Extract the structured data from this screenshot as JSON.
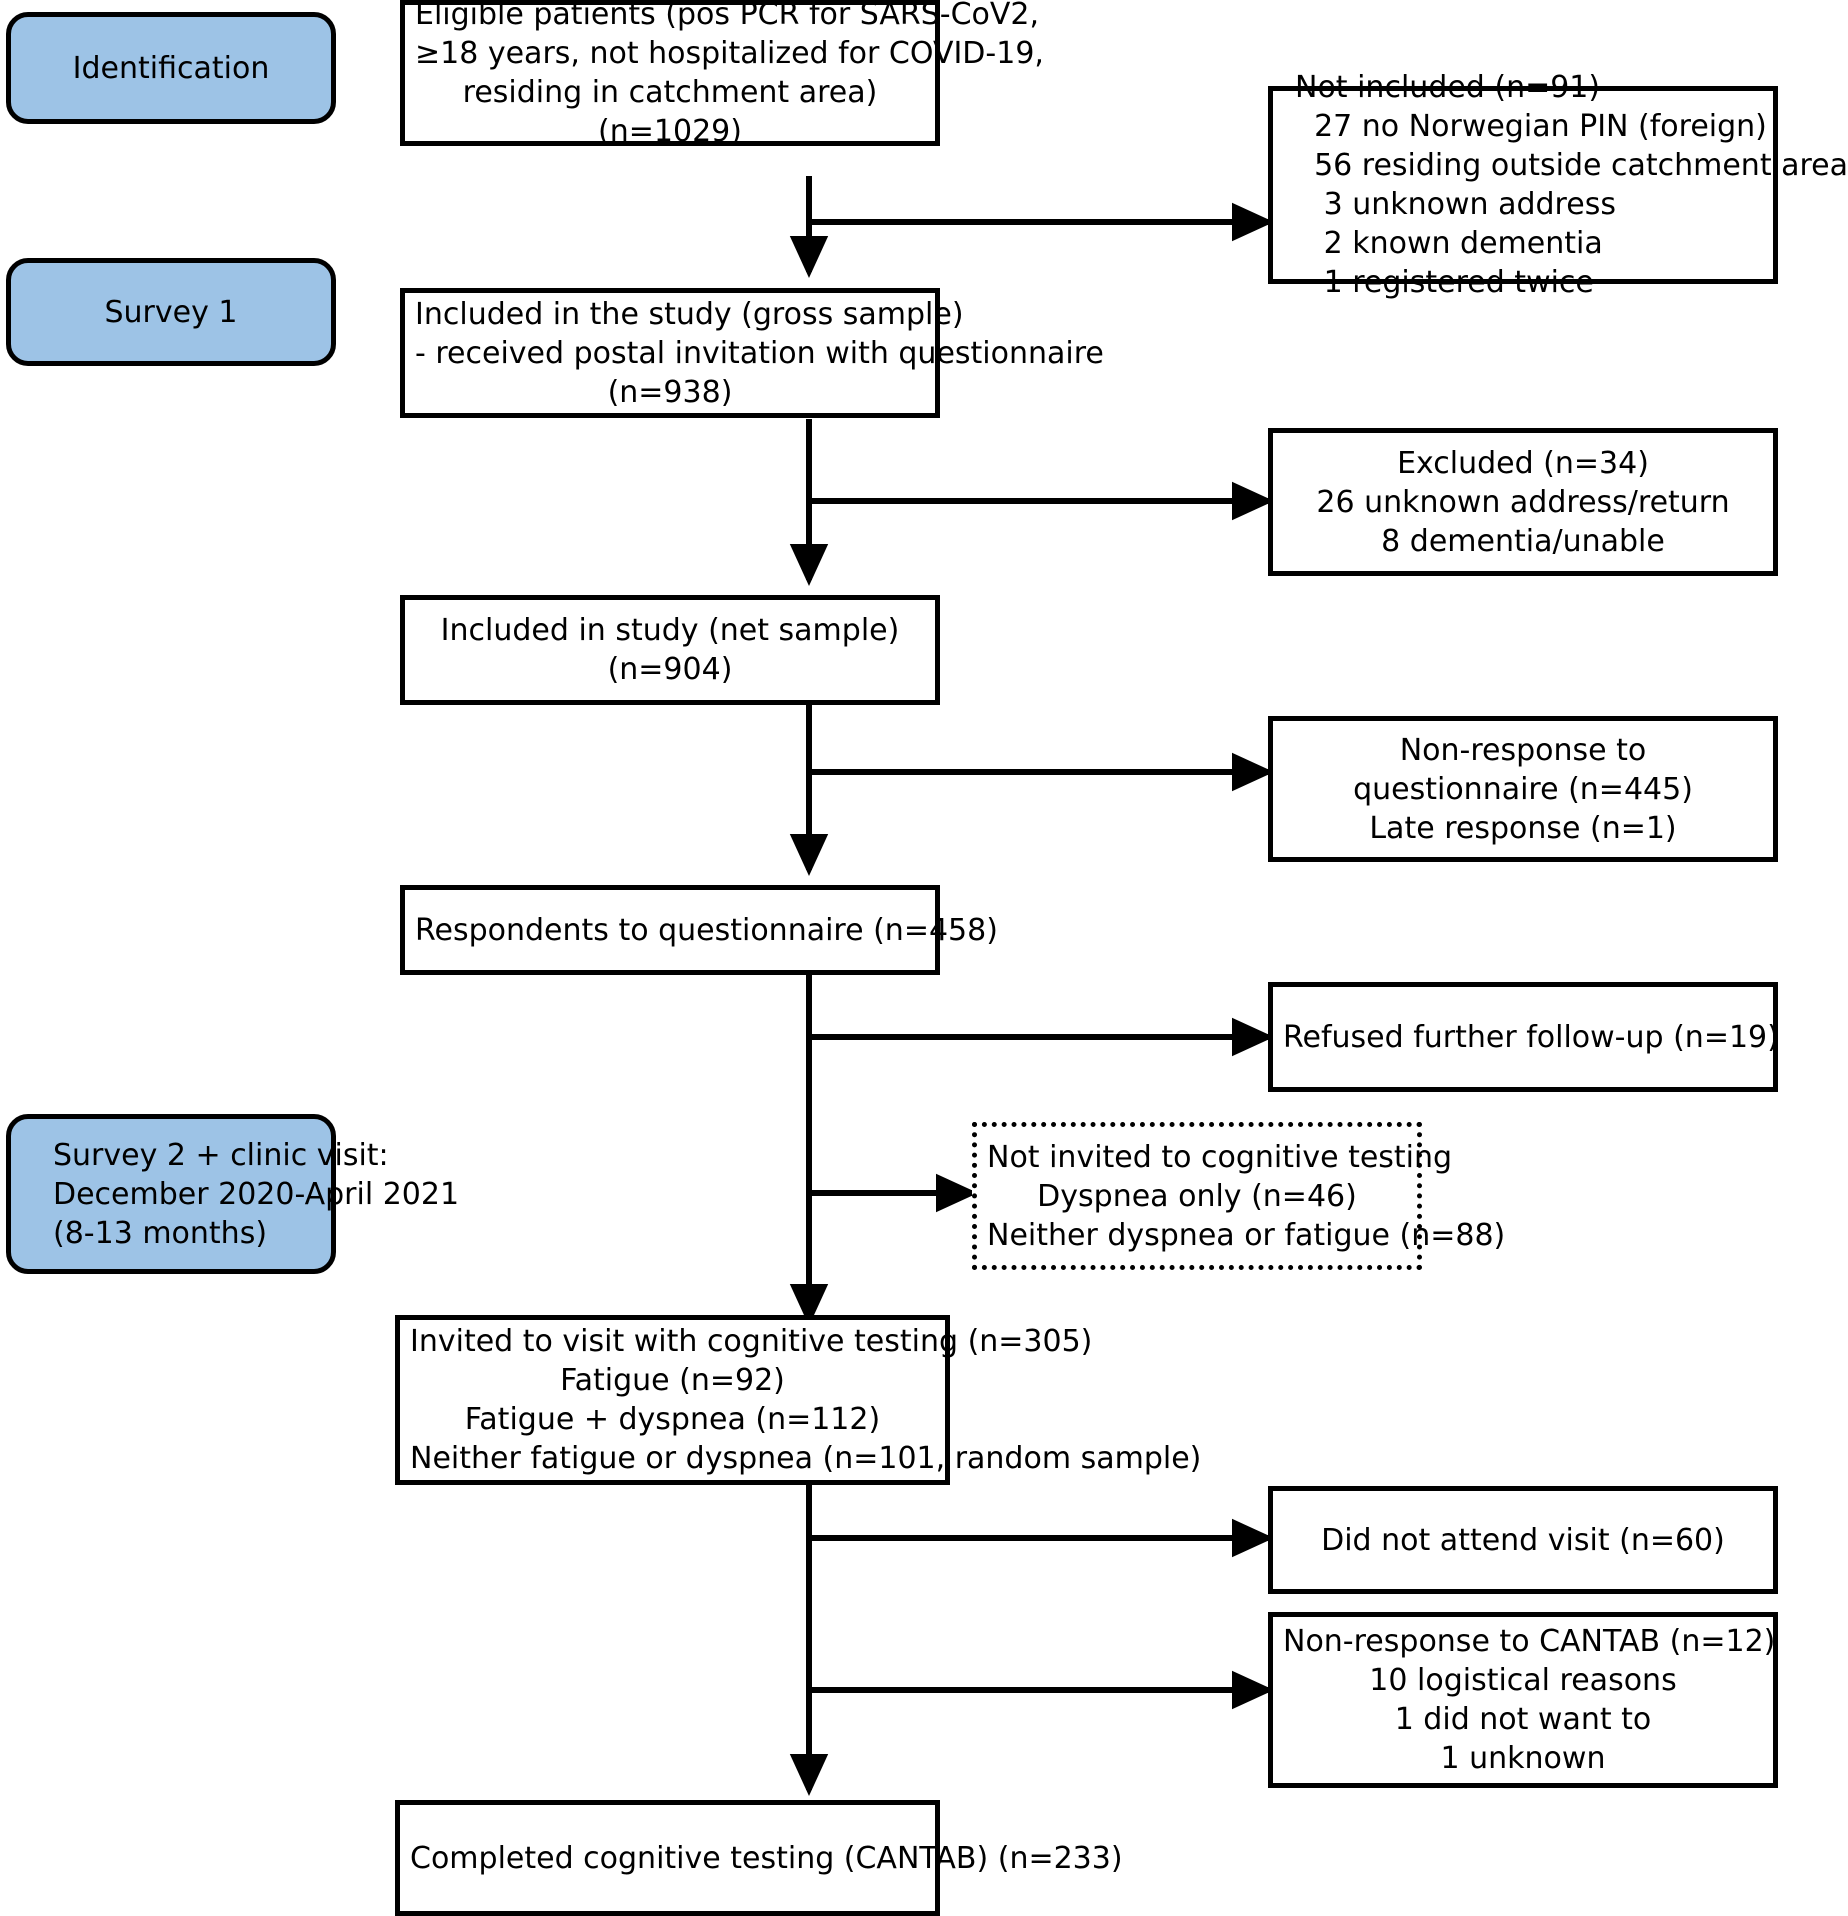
{
  "diagram": {
    "title": "Study flow diagram",
    "colors": {
      "stage_fill": "#9DC3E6",
      "box_fill": "#FFFFFF",
      "stroke": "#000000"
    }
  },
  "stages": [
    {
      "id": "identification",
      "label": "Identification"
    },
    {
      "id": "survey1",
      "label": "Survey 1"
    },
    {
      "id": "survey2",
      "line1": "Survey 2 + clinic visit:",
      "line2": "December 2020-April 2021",
      "line3": "(8-13 months)"
    }
  ],
  "main_nodes": [
    {
      "id": "eligible",
      "lines": [
        "Eligible patients (pos PCR for SARS-CoV2,",
        "≥18 years, not hospitalized for COVID-19,",
        "residing in catchment area)",
        "(n=1029)"
      ]
    },
    {
      "id": "gross-sample",
      "lines": [
        "Included in the study (gross sample)",
        "- received postal invitation with questionnaire",
        "(n=938)"
      ]
    },
    {
      "id": "net-sample",
      "lines": [
        "Included in study (net sample)",
        "(n=904)"
      ]
    },
    {
      "id": "respondents",
      "lines": [
        "Respondents to questionnaire (n=458)"
      ]
    },
    {
      "id": "invited-visit",
      "lines": [
        "Invited to visit with cognitive testing (n=305)",
        "Fatigue (n=92)",
        "Fatigue + dyspnea (n=112)",
        "Neither fatigue or dyspnea (n=101, random sample)"
      ]
    },
    {
      "id": "completed",
      "lines": [
        "Completed cognitive testing (CANTAB) (n=233)"
      ]
    }
  ],
  "side_nodes": [
    {
      "id": "not-included",
      "align": "left",
      "dotted": false,
      "lines": [
        "Not included (n=91)",
        "  27 no Norwegian PIN (foreign)",
        "  56 residing outside catchment area",
        "   3 unknown address",
        "   2 known dementia",
        "   1 registered twice"
      ]
    },
    {
      "id": "excluded",
      "align": "center",
      "dotted": false,
      "lines": [
        "Excluded (n=34)",
        "26 unknown address/return",
        "8 dementia/unable"
      ]
    },
    {
      "id": "non-response-questionnaire",
      "align": "center",
      "dotted": false,
      "lines": [
        "Non-response to",
        "questionnaire (n=445)",
        "Late response (n=1)"
      ]
    },
    {
      "id": "refused-followup",
      "align": "center",
      "dotted": false,
      "lines": [
        "Refused further follow-up (n=19)"
      ]
    },
    {
      "id": "not-invited-cognitive",
      "align": "center",
      "dotted": true,
      "lines": [
        "Not invited to cognitive testing",
        "Dyspnea only (n=46)",
        "Neither dyspnea or fatigue (n=88)"
      ]
    },
    {
      "id": "did-not-attend",
      "align": "center",
      "dotted": false,
      "lines": [
        "Did not attend visit (n=60)"
      ]
    },
    {
      "id": "non-response-cantab",
      "align": "center",
      "dotted": false,
      "lines": [
        "Non-response to CANTAB (n=12)",
        "10 logistical reasons",
        "1 did not want to",
        "1 unknown"
      ]
    }
  ]
}
